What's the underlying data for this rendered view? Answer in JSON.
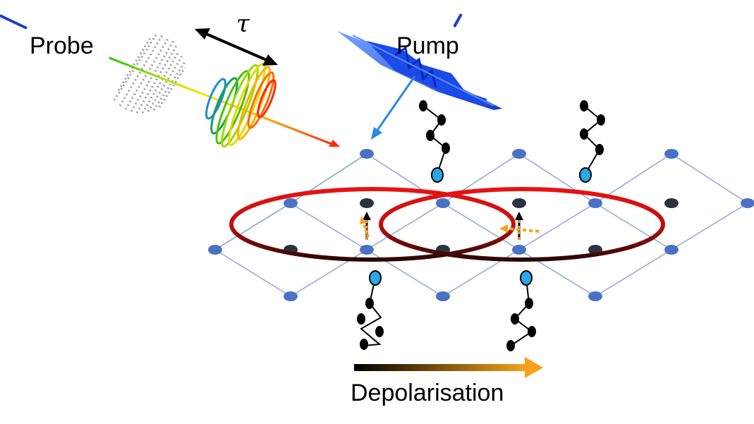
{
  "labels": {
    "probe": "Probe",
    "pump": "Pump",
    "tau": "τ",
    "depolarisation": "Depolarisation"
  },
  "colors": {
    "lattice_node": "#4a72c4",
    "lattice_line": "#8aa8dc",
    "inner_atom": "#2b3340",
    "ring": "#e01010",
    "ring_dark": "#3a0606",
    "ligand_head": "#29a8e8",
    "depolarisation_arrow_start": "#000000",
    "depolarisation_arrow_end": "#f7a21b",
    "pump_beam": "#1f5fe6"
  },
  "icons": [
    "probe-pulse",
    "pump-pulse",
    "delay-arrow",
    "magnetic-moment-arrow",
    "ligand-chain"
  ]
}
